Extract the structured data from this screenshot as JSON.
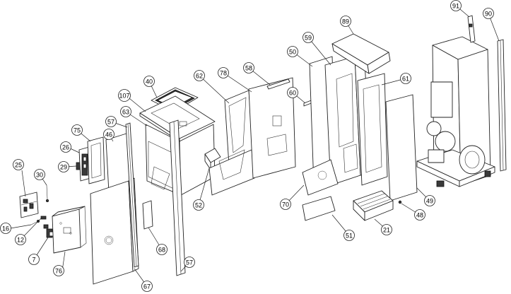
{
  "diagram": {
    "callouts": [
      {
        "id": "c7",
        "label": "7"
      },
      {
        "id": "c12",
        "label": "12"
      },
      {
        "id": "c16",
        "label": "16"
      },
      {
        "id": "c21",
        "label": "21"
      },
      {
        "id": "c25",
        "label": "25"
      },
      {
        "id": "c26",
        "label": "26"
      },
      {
        "id": "c29",
        "label": "29"
      },
      {
        "id": "c30",
        "label": "30"
      },
      {
        "id": "c40",
        "label": "40"
      },
      {
        "id": "c46",
        "label": "46"
      },
      {
        "id": "c48",
        "label": "48"
      },
      {
        "id": "c49",
        "label": "49"
      },
      {
        "id": "c50",
        "label": "50"
      },
      {
        "id": "c51",
        "label": "51"
      },
      {
        "id": "c52",
        "label": "52"
      },
      {
        "id": "c57a",
        "label": "57"
      },
      {
        "id": "c57b",
        "label": "57"
      },
      {
        "id": "c58",
        "label": "58"
      },
      {
        "id": "c59",
        "label": "59"
      },
      {
        "id": "c60",
        "label": "60"
      },
      {
        "id": "c61",
        "label": "61"
      },
      {
        "id": "c62",
        "label": "62"
      },
      {
        "id": "c63",
        "label": "63"
      },
      {
        "id": "c67",
        "label": "67"
      },
      {
        "id": "c68",
        "label": "68"
      },
      {
        "id": "c70",
        "label": "70"
      },
      {
        "id": "c75",
        "label": "75"
      },
      {
        "id": "c76",
        "label": "76"
      },
      {
        "id": "c78",
        "label": "78"
      },
      {
        "id": "c89",
        "label": "89"
      },
      {
        "id": "c90",
        "label": "90"
      },
      {
        "id": "c91",
        "label": "91"
      },
      {
        "id": "c107",
        "label": "107"
      }
    ]
  }
}
